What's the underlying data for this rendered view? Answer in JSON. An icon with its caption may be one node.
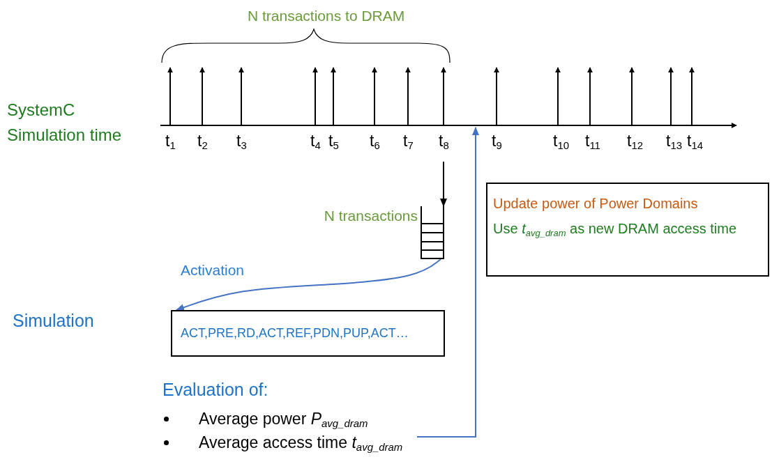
{
  "diagram": {
    "nodes": [
      {
        "text": [],
        "shape": "box",
        "beside": [
          "N transactions"
        ]
      },
      {
        "text": [
          "ACT,PRE,RD,ACT,REF,PDN,PUP,ACT…"
        ]
      },
      {
        "text": [
          "Simulation"
        ]
      },
      {
        "text": [
          "Evaluation of:",
          "Average power *P*$_{avg_dram}$",
          "Average access time *t*$_{avg_dram}$"
        ]
      },
      {
        "text": [
          "Update power of Power Domains",
          "Use *t*$_{avg_dram}$ as new DRAM access time"
        ]
      }
    ],
    "edges": [
      {
        "from": null,
        "to": 0,
        "arrow": "to",
        "color": "#000000"
      },
      {
        "from": 0,
        "to": 1,
        "arrow": "to",
        "label": "Activation"
      },
      {
        "from": 3,
        "to": null,
        "arrow": "to"
      }
    ],
    "labels": [
      "SystemC Simulation time",
      "N transactions to DRAM",
      "t$_{1}$",
      "t$_{2}$",
      "t$_{3}$",
      "t$_{4}$",
      "t$_{5}$",
      "t$_{6}$",
      "t$_{7}$",
      "t$_{8}$",
      "t$_{9}$",
      "t$_{10}$",
      "t$_{11}$",
      "t$_{12}$",
      "t$_{13}$",
      "t$_{14}$"
    ]
  }
}
